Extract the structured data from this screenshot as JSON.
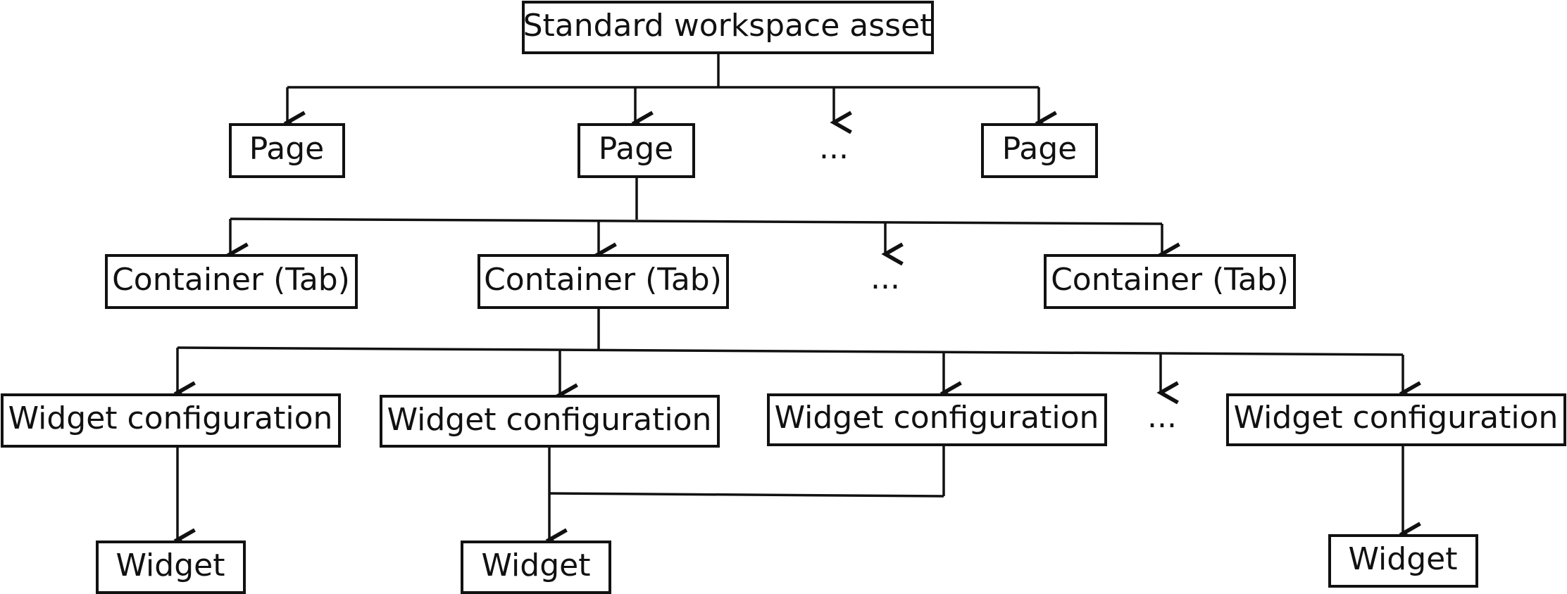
{
  "nodes": {
    "root": "Standard workspace asset",
    "page_1": "Page",
    "page_2": "Page",
    "page_ellipsis": "...",
    "page_3": "Page",
    "container_1": "Container (Tab)",
    "container_2": "Container (Tab)",
    "container_ellipsis": "...",
    "container_3": "Container (Tab)",
    "widget_config_1": "Widget configuration",
    "widget_config_2": "Widget configuration",
    "widget_config_3": "Widget configuration",
    "widget_config_ellipsis": "...",
    "widget_config_4": "Widget configuration",
    "widget_1": "Widget",
    "widget_2": "Widget",
    "widget_3": "Widget"
  }
}
